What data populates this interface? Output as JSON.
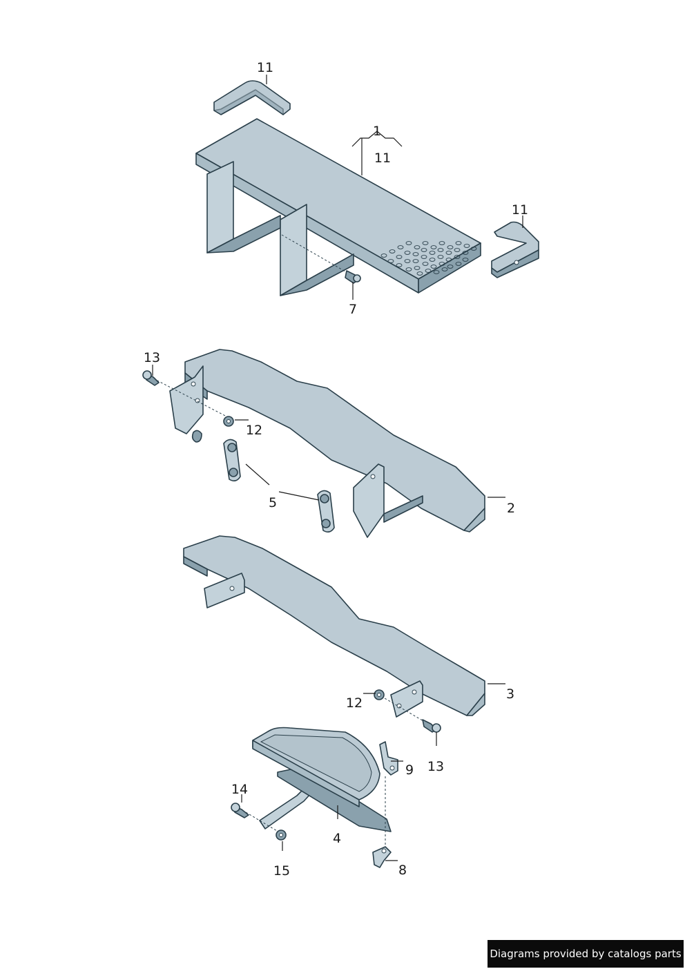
{
  "callouts": [
    {
      "id": "c11a",
      "text": "11"
    },
    {
      "id": "c1",
      "text": "1"
    },
    {
      "id": "c11b",
      "text": "11"
    },
    {
      "id": "c11c",
      "text": "11"
    },
    {
      "id": "c7",
      "text": "7"
    },
    {
      "id": "c13a",
      "text": "13"
    },
    {
      "id": "c12a",
      "text": "12"
    },
    {
      "id": "c5",
      "text": "5"
    },
    {
      "id": "c2",
      "text": "2"
    },
    {
      "id": "c3",
      "text": "3"
    },
    {
      "id": "c12b",
      "text": "12"
    },
    {
      "id": "c13b",
      "text": "13"
    },
    {
      "id": "c9",
      "text": "9"
    },
    {
      "id": "c14",
      "text": "14"
    },
    {
      "id": "c4",
      "text": "4"
    },
    {
      "id": "c15",
      "text": "15"
    },
    {
      "id": "c8",
      "text": "8"
    }
  ],
  "credit": "Diagrams provided by catalogs parts",
  "colors": {
    "part_fill": "#c3d2da",
    "outline": "#2a3f4a",
    "credit_bg": "#0b0b0b"
  }
}
